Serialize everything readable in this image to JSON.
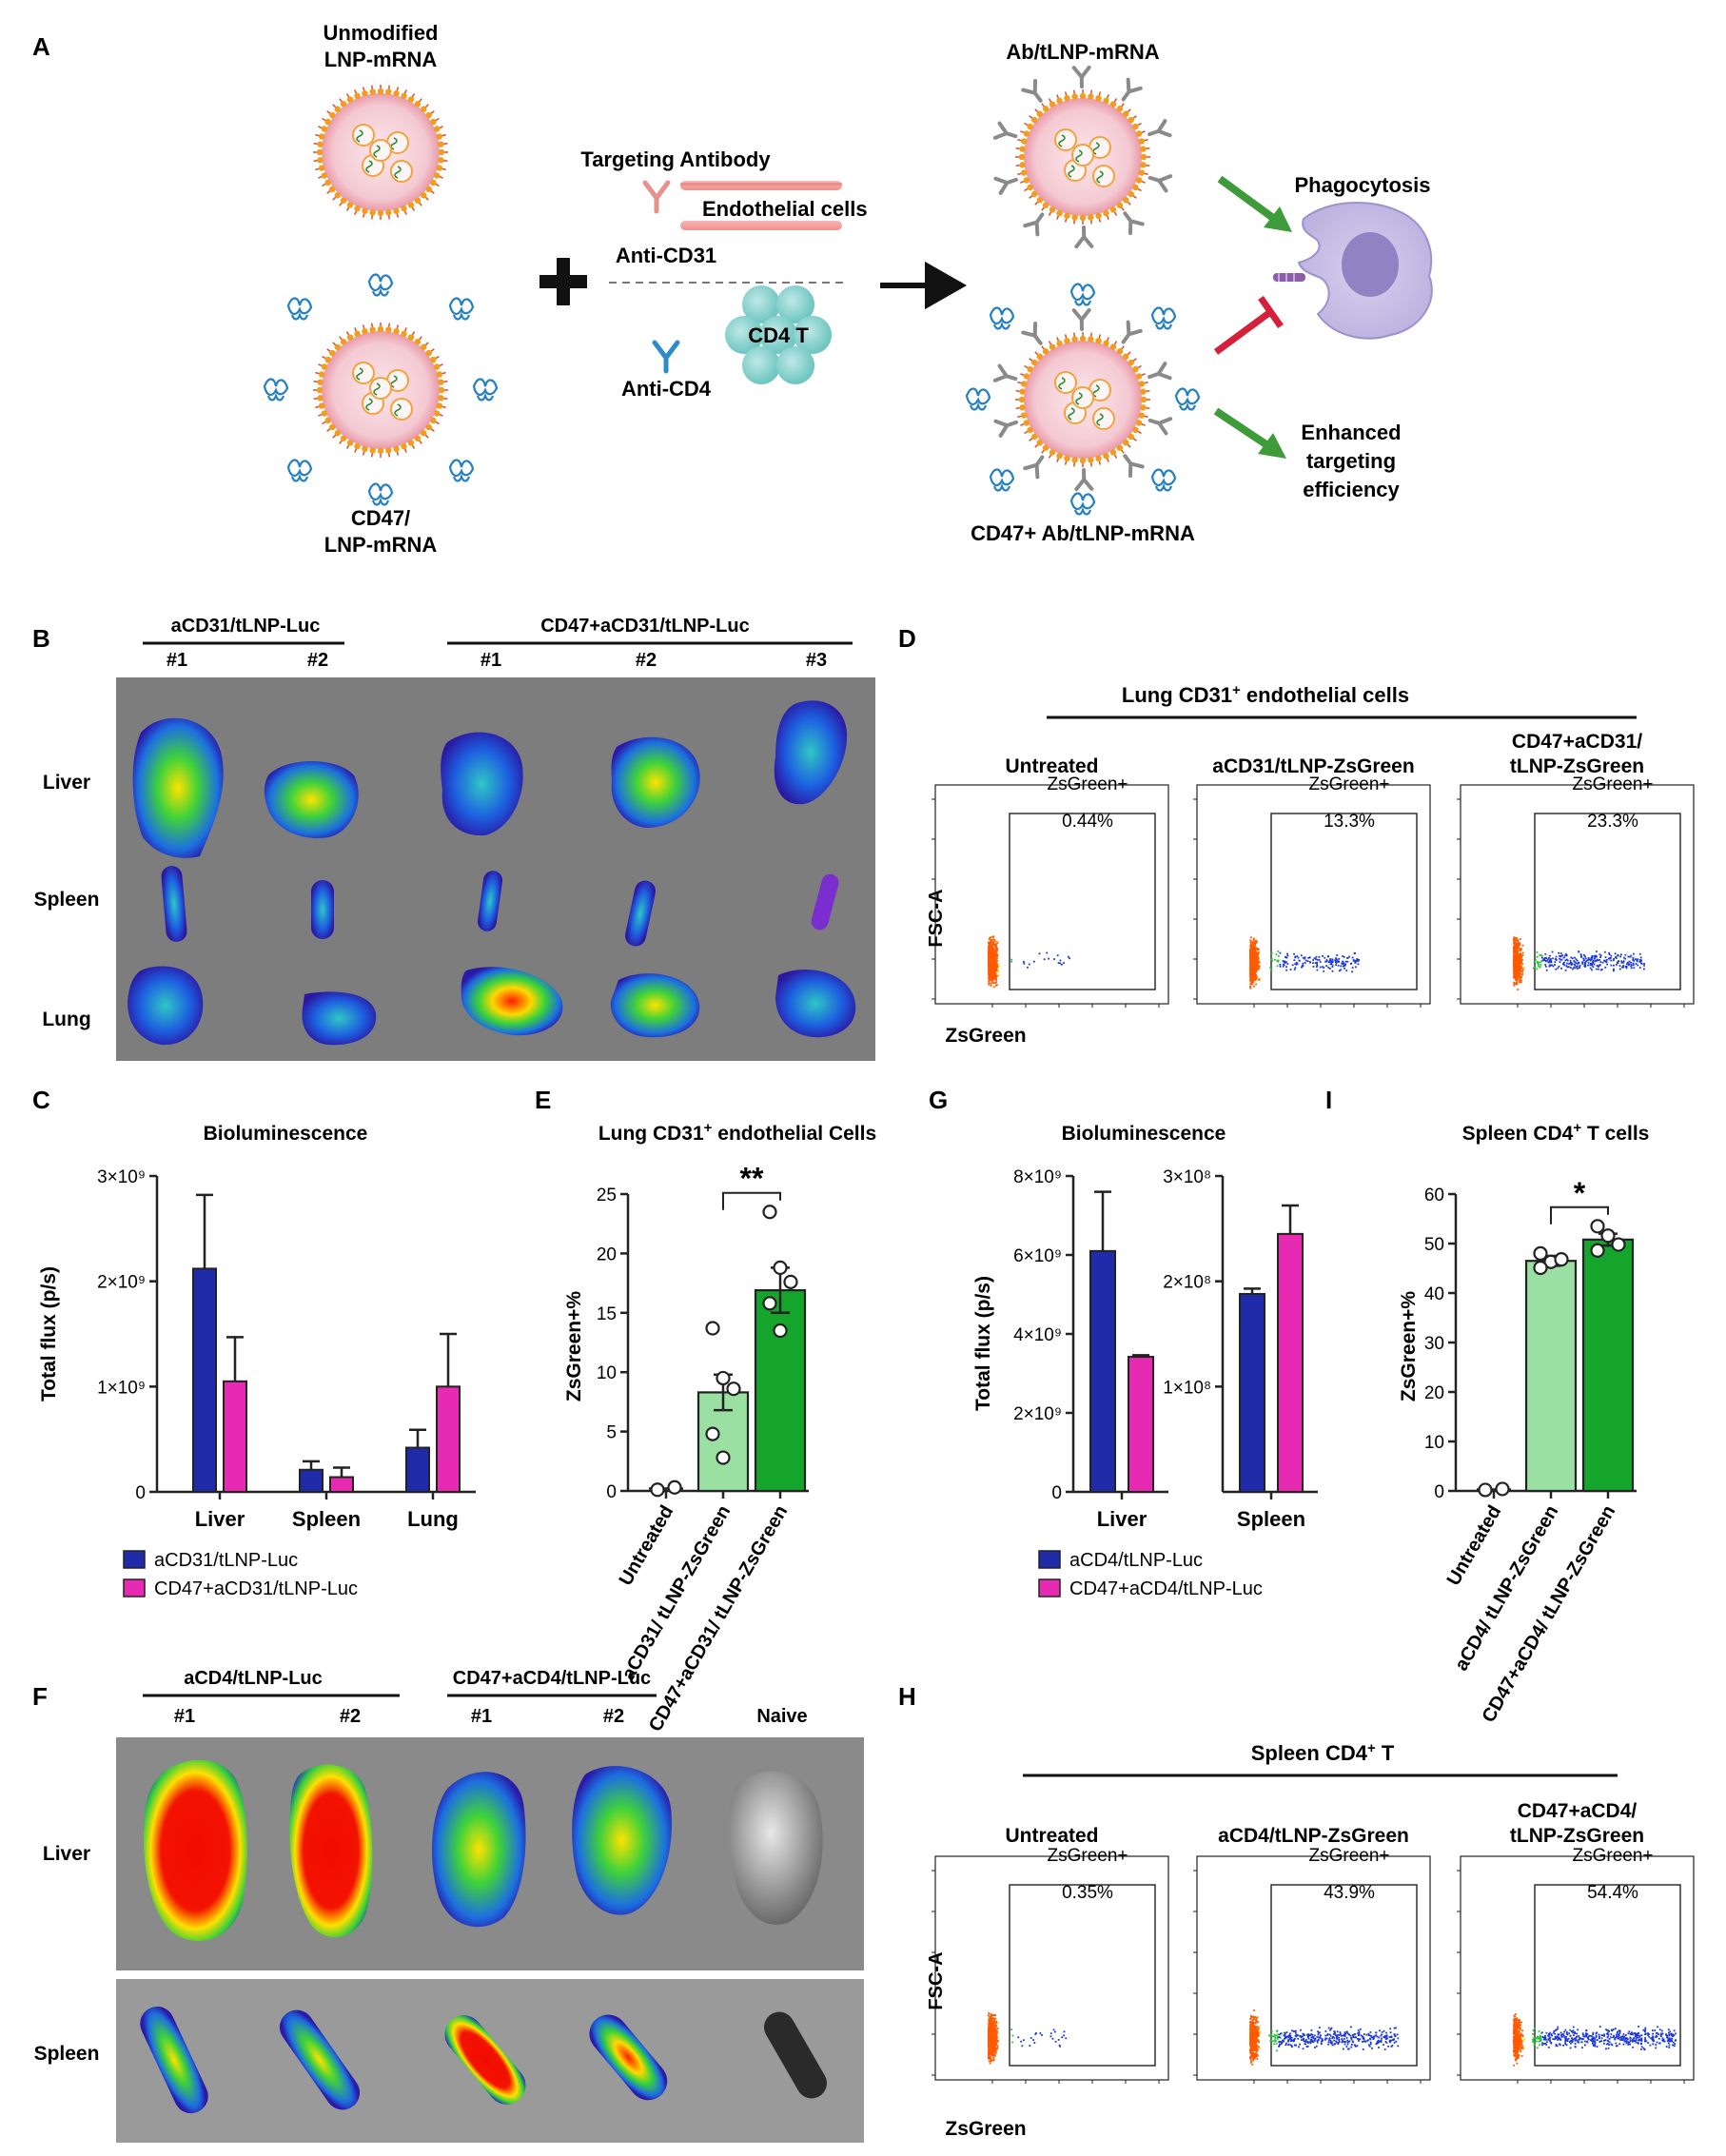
{
  "panel_letters": [
    "A",
    "B",
    "C",
    "D",
    "E",
    "F",
    "G",
    "H",
    "I"
  ],
  "colors": {
    "blue": "#1f2ba8",
    "magenta": "#e62ab1",
    "light_green": "#9be0a3",
    "dark_green": "#16a52c",
    "arrow_green": "#3d9b3a",
    "inhibit_red": "#d61f3a",
    "tissue_bg": "#7e7e7e"
  },
  "panel_a": {
    "unmodified_label": [
      "Unmodified",
      "LNP-mRNA"
    ],
    "cd47_label": [
      "CD47/",
      "LNP-mRNA"
    ],
    "targeting_antibody": "Targeting Antibody",
    "endothelial_cells": "Endothelial cells",
    "anti_cd31": "Anti-CD31",
    "cd4t": "CD4 T",
    "anti_cd4": "Anti-CD4",
    "ab_tlnp": "Ab/tLNP-mRNA",
    "cd47_ab_tlnp": "CD47+ Ab/tLNP-mRNA",
    "phagocytosis": "Phagocytosis",
    "enhanced": [
      "Enhanced",
      "targeting",
      "efficiency"
    ]
  },
  "panel_b": {
    "group1": "aCD31/tLNP-Luc",
    "group2": "CD47+aCD31/tLNP-Luc",
    "replicates": [
      "#1",
      "#2",
      "#1",
      "#2",
      "#3"
    ],
    "organs": [
      "Liver",
      "Spleen",
      "Lung"
    ]
  },
  "panel_d": {
    "title": "Lung CD31",
    "title_sup": "+",
    "title_rest": " endothelial cells",
    "plots": [
      {
        "title": [
          "Untreated"
        ],
        "gate": "ZsGreen+",
        "pct": "0.44%",
        "spread": 0.05
      },
      {
        "title": [
          "aCD31/tLNP-ZsGreen"
        ],
        "gate": "ZsGreen+",
        "pct": "13.3%",
        "spread": 0.35
      },
      {
        "title": [
          "CD47+aCD31/",
          "tLNP-ZsGreen"
        ],
        "gate": "ZsGreen+",
        "pct": "23.3%",
        "spread": 0.6
      }
    ],
    "ylabel": "FSC-A",
    "xlabel": "ZsGreen"
  },
  "panel_h": {
    "title": "Spleen CD4",
    "title_sup": "+",
    "title_rest": " T",
    "plots": [
      {
        "title": [
          "Untreated"
        ],
        "gate": "ZsGreen+",
        "pct": "0.35%",
        "spread": 0.05
      },
      {
        "title": [
          "aCD4/tLNP-ZsGreen"
        ],
        "gate": "ZsGreen+",
        "pct": "43.9%",
        "spread": 0.8
      },
      {
        "title": [
          "CD47+aCD4/",
          "tLNP-ZsGreen"
        ],
        "gate": "ZsGreen+",
        "pct": "54.4%",
        "spread": 0.95
      }
    ],
    "ylabel": "FSC-A",
    "xlabel": "ZsGreen"
  },
  "panel_f": {
    "group1": "aCD4/tLNP-Luc",
    "group2": "CD47+aCD4/tLNP-Luc",
    "replicates": [
      "#1",
      "#2",
      "#1",
      "#2"
    ],
    "naive": "Naive",
    "organs": [
      "Liver",
      "Spleen"
    ]
  },
  "chart_data": [
    {
      "panel": "C",
      "type": "bar",
      "title": "Bioluminescence",
      "ylabel": "Total flux (p/s)",
      "ylim": [
        0,
        3000000000.0
      ],
      "yticks": [
        "0",
        "1×10⁹",
        "2×10⁹",
        "3×10⁹"
      ],
      "categories": [
        "Liver",
        "Spleen",
        "Lung"
      ],
      "series": [
        {
          "name": "aCD31/tLNP-Luc",
          "values": [
            2120000000.0,
            210000000.0,
            420000000.0
          ],
          "errors": [
            700000000.0,
            80000000.0,
            170000000.0
          ]
        },
        {
          "name": "CD47+aCD31/tLNP-Luc",
          "values": [
            1050000000.0,
            140000000.0,
            1000000000.0
          ],
          "errors": [
            420000000.0,
            90000000.0,
            500000000.0
          ]
        }
      ]
    },
    {
      "panel": "E",
      "type": "bar",
      "title": "Lung CD31",
      "title_sup": "+",
      "title_rest": " endothelial Cells",
      "ylabel": "ZsGreen+%",
      "ylim": [
        0,
        25
      ],
      "yticks": [
        "0",
        "5",
        "10",
        "15",
        "20",
        "25"
      ],
      "categories": [
        "Untreated",
        "aCD31/ tLNP-ZsGreen",
        "CD47+aCD31/ tLNP-ZsGreen"
      ],
      "values": [
        0.2,
        8.3,
        16.9
      ],
      "errors": [
        0.1,
        1.5,
        1.9
      ],
      "points": [
        [
          0.1,
          0.3
        ],
        [
          13.7,
          9.5,
          8.6,
          4.8,
          2.8
        ],
        [
          23.5,
          18.8,
          17.6,
          15.8,
          13.5
        ]
      ],
      "significance": "**"
    },
    {
      "panel": "G",
      "type": "bar",
      "title": "Bioluminescence",
      "ylabel": "Total flux (p/s)",
      "subplots": [
        {
          "category": "Liver",
          "ylim": [
            0,
            8000000000.0
          ],
          "yticks": [
            "0",
            "2×10⁹",
            "4×10⁹",
            "6×10⁹",
            "8×10⁹"
          ],
          "values": [
            6100000000.0,
            3420000000.0
          ],
          "errors": [
            1500000000.0,
            40000000.0
          ]
        },
        {
          "category": "Spleen",
          "ylim": [
            0,
            300000000.0
          ],
          "yticks": [
            "1×10⁸",
            "2×10⁸",
            "3×10⁸"
          ],
          "values": [
            188000000.0,
            245000000.0
          ],
          "errors": [
            5000000.0,
            27000000.0
          ]
        }
      ],
      "series": [
        "aCD4/tLNP-Luc",
        "CD47+aCD4/tLNP-Luc"
      ]
    },
    {
      "panel": "I",
      "type": "bar",
      "title": "Spleen CD4",
      "title_sup": "+",
      "title_rest": " T cells",
      "ylabel": "ZsGreen+%",
      "ylim": [
        0,
        60
      ],
      "yticks": [
        "0",
        "10",
        "20",
        "30",
        "40",
        "50",
        "60"
      ],
      "categories": [
        "Untreated",
        "aCD4/ tLNP-ZsGreen",
        "CD47+aCD4/ tLNP-ZsGreen"
      ],
      "values": [
        0.3,
        46.5,
        50.8
      ],
      "errors": [
        0.1,
        1.0,
        1.2
      ],
      "points": [
        [
          0.2,
          0.4
        ],
        [
          48.0,
          46.3,
          46.8,
          45.1
        ],
        [
          53.5,
          51.6,
          49.8,
          48.6
        ]
      ],
      "significance": "*"
    }
  ]
}
